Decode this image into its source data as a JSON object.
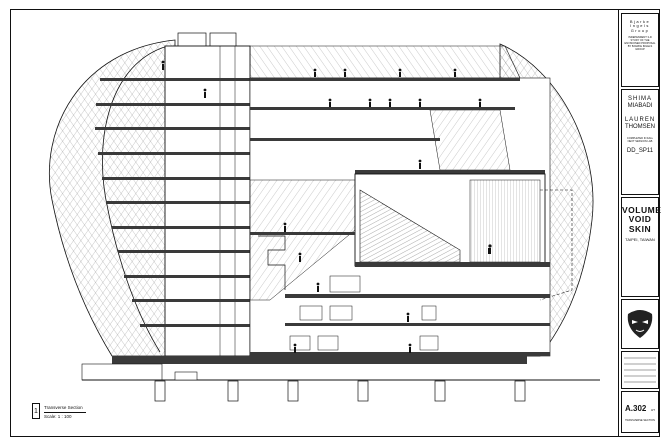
{
  "title_block": {
    "firm": [
      "Bjarke",
      "Ingels",
      "Group"
    ],
    "firm_note": "INDEPENDENT 3-D STUDY OF THE ENVISIONED PROPOSAL BY BJARKE INGELS GROUP",
    "authors": [
      "SHIMA",
      "MIABADI",
      "LAUREN",
      "THOMSEN"
    ],
    "course_note": "COMPLETED IN FALL NEXT SESSION LAB",
    "course_code": "DD_SP11",
    "project_title": [
      "VOLUME",
      "VOID",
      "SKIN"
    ],
    "location": "TAIPEI, TAIWAN",
    "sheet_number": "A.302",
    "sheet_suffix": "3/7",
    "sheet_note": "TRANSVERSE SECTION"
  },
  "caption": {
    "number": "1",
    "title": "Transverse Section",
    "scale": "Scale:   1 : 100"
  },
  "colors": {
    "line": "#111111",
    "hatch": "#555555",
    "section_fill": "#3a3a3a",
    "paper": "#ffffff"
  }
}
